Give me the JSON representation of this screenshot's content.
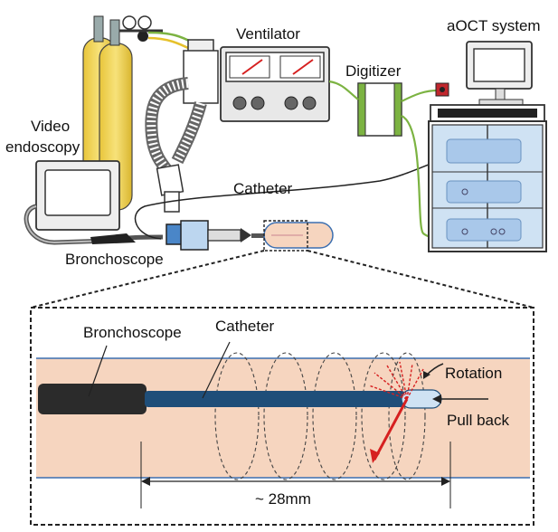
{
  "labels": {
    "ventilator": "Ventilator",
    "aoct_system": "aOCT system",
    "digitizer": "Digitizer",
    "video": "Video",
    "endoscopy": "endoscopy",
    "catheter_top": "Catheter",
    "bronchoscope_top": "Bronchoscope",
    "bronchoscope_detail": "Bronchoscope",
    "catheter_detail": "Catheter",
    "rotation": "Rotation",
    "pull_back": "Pull back",
    "distance": "~ 28mm"
  },
  "colors": {
    "gas_cylinder": "#f2d64b",
    "cable_green": "#7cb342",
    "tissue": "#f6d5bf",
    "catheter_blue": "#1f4e79",
    "bronchoscope_dark": "#2b2b2b",
    "cabinet_blue": "#cfe2f3",
    "light_blue": "#a9c8ea",
    "beam_red": "#d62020"
  }
}
